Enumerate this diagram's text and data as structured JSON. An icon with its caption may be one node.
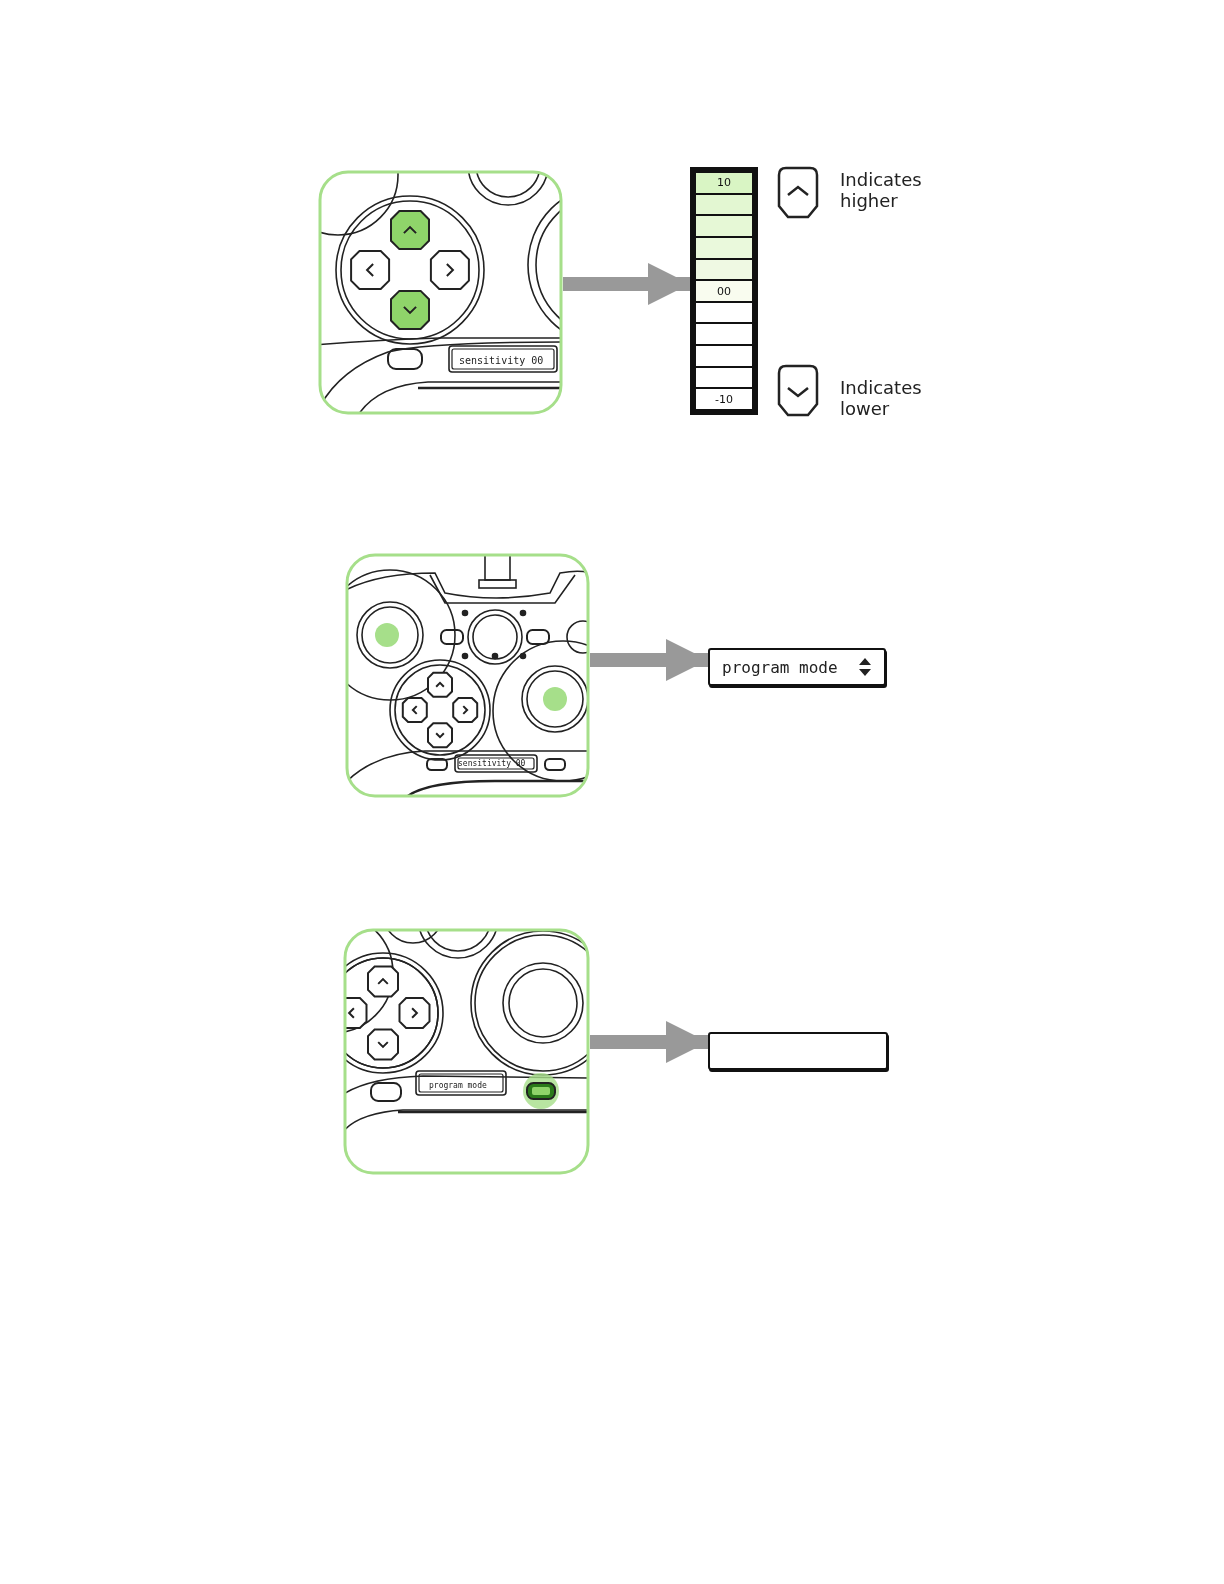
{
  "diagram": {
    "nodes": [
      {
        "text": [],
        "shape": "picture"
      },
      {
        "text": [
          "10",
          "00",
          "-10"
        ]
      },
      {
        "text": [],
        "shape": "picture"
      },
      {
        "text": [
          "program mode"
        ]
      },
      {
        "text": [],
        "shape": "picture"
      },
      {
        "text": [],
        "shape": "box"
      }
    ],
    "edges": [
      {
        "from": 0,
        "to": 1,
        "arrow": "to"
      },
      {
        "from": 2,
        "to": 3,
        "arrow": "to"
      },
      {
        "from": 4,
        "to": 5,
        "arrow": "to"
      }
    ],
    "labels": [
      "sensitivity 00",
      "Indicates higher",
      "Indicates lower",
      "sensitivity 00",
      "program mode"
    ]
  }
}
